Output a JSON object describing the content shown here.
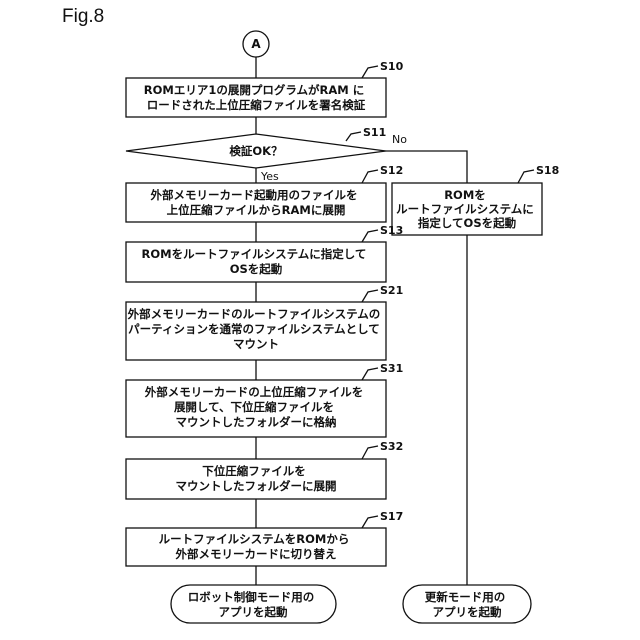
{
  "figure_label": "Fig.8",
  "connector_label": "A",
  "steps": {
    "s10": {
      "id": "S10",
      "lines": [
        "ROMエリア1の展開プログラムがRAM に",
        "ロードされた上位圧縮ファイルを署名検証"
      ]
    },
    "s11": {
      "id": "S11",
      "lines": [
        "検証OK？"
      ]
    },
    "s12": {
      "id": "S12",
      "lines": [
        "外部メモリーカード起動用のファイルを",
        "上位圧縮ファイルからRAMに展開"
      ]
    },
    "s13": {
      "id": "S13",
      "lines": [
        "ROMをルートファイルシステムに指定して",
        "OSを起動"
      ]
    },
    "s21": {
      "id": "S21",
      "lines": [
        "外部メモリーカードのルートファイルシステムの",
        "パーティションを通常のファイルシステムとして",
        "マウント"
      ]
    },
    "s31": {
      "id": "S31",
      "lines": [
        "外部メモリーカードの上位圧縮ファイルを",
        "展開して、下位圧縮ファイルを",
        "マウントしたフォルダーに格納"
      ]
    },
    "s32": {
      "id": "S32",
      "lines": [
        "下位圧縮ファイルを",
        "マウントしたフォルダーに展開"
      ]
    },
    "s17": {
      "id": "S17",
      "lines": [
        "ルートファイルシステムをROMから",
        "外部メモリーカードに切り替え"
      ]
    },
    "s18": {
      "id": "S18",
      "lines": [
        "ROMを",
        "ルートファイルシステムに",
        "指定してOSを起動"
      ]
    },
    "end_robot": {
      "lines": [
        "ロボット制御モード用の",
        "アプリを起動"
      ]
    },
    "end_update": {
      "lines": [
        "更新モード用の",
        "アプリを起動"
      ]
    }
  },
  "branch_labels": {
    "yes": "Yes",
    "no": "No"
  }
}
